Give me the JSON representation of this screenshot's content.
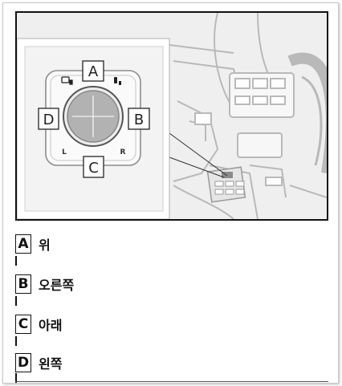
{
  "illustration": {
    "callouts": [
      "A",
      "B",
      "C",
      "D"
    ],
    "switch_labels": {
      "left": "L",
      "right": "R"
    },
    "icons": [
      "left-mirror-icon",
      "right-mirror-icon"
    ]
  },
  "legend": [
    {
      "letter": "A",
      "text": "위"
    },
    {
      "letter": "B",
      "text": "오른쪽"
    },
    {
      "letter": "C",
      "text": "아래"
    },
    {
      "letter": "D",
      "text": "왼쪽"
    }
  ]
}
